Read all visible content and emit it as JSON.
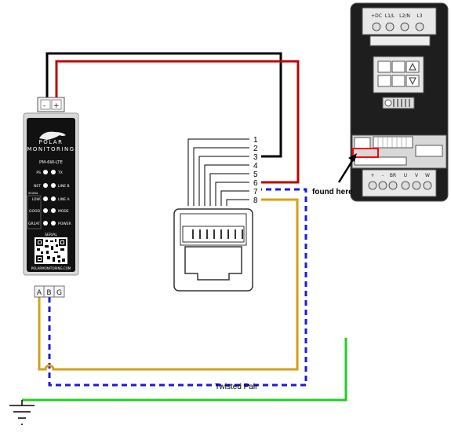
{
  "device": {
    "brand_line1": "POLAR",
    "brand_line2": "MONITORING",
    "model": "PM-6W-LTE",
    "leds": [
      {
        "left": "PS",
        "right": "TX"
      },
      {
        "left": "NET",
        "right": "LINE B"
      },
      {
        "left": "LOW",
        "right": "LINE A"
      },
      {
        "left": "GOOD",
        "right": "MODE"
      },
      {
        "left": "GREAT",
        "right": "POWER"
      }
    ],
    "signal_label": "SIGNAL",
    "serial_label": "SERIAL",
    "url": "POLARMONITORING.COM",
    "power_terminals": [
      "-",
      "+"
    ],
    "bus_terminals": [
      "A",
      "B",
      "G"
    ]
  },
  "rj45": {
    "pins": [
      "1",
      "2",
      "3",
      "4",
      "5",
      "6",
      "7",
      "8"
    ]
  },
  "drive": {
    "top_terminals": [
      "+DC",
      "L1/L",
      "L2/N",
      "L3"
    ],
    "bottom_terminals": [
      "+",
      "-",
      "BR",
      "U",
      "V",
      "W"
    ]
  },
  "annotations": {
    "found_here": "found here",
    "twisted_pair": "Twisted Pair"
  },
  "colors": {
    "power_negative": "#000000",
    "power_positive": "#c00000",
    "wire_a": "#1a1adb",
    "wire_b": "#d4a11a",
    "ground": "#22cc22",
    "highlight": "#ff0000"
  }
}
